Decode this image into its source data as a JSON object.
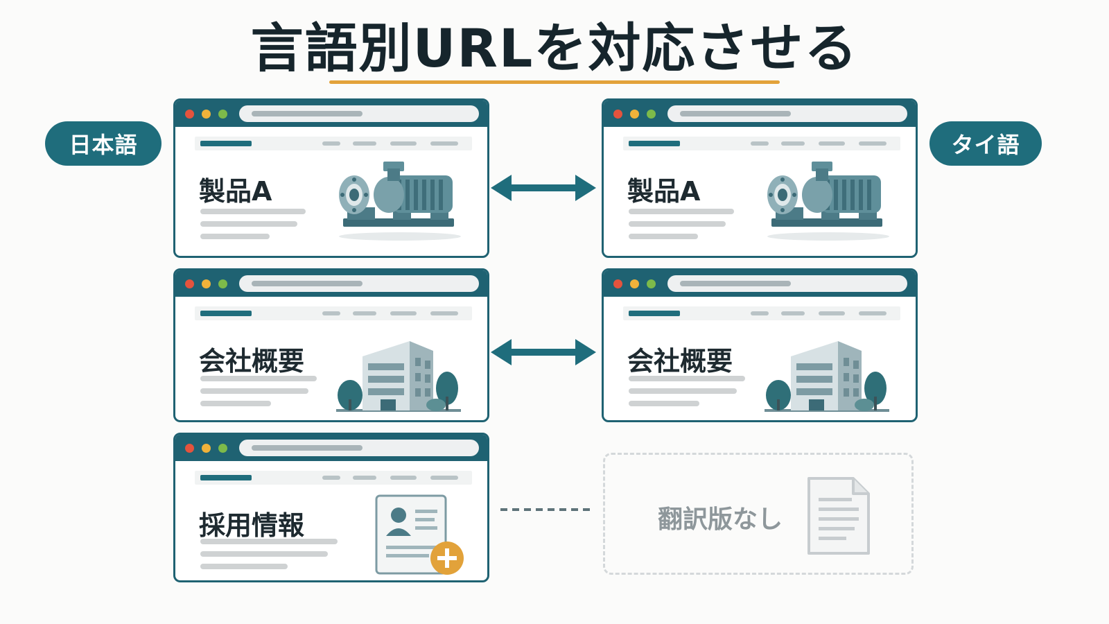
{
  "title": "言語別URLを対応させる",
  "languages": {
    "left": "日本語",
    "right": "タイ語"
  },
  "pages": {
    "product": {
      "left_label": "製品A",
      "right_label": "製品A",
      "icon": "pump-icon"
    },
    "company": {
      "left_label": "会社概要",
      "right_label": "会社概要",
      "icon": "building-icon"
    },
    "recruit": {
      "left_label": "採用情報",
      "icon": "resume-icon"
    }
  },
  "missing": {
    "label": "翻訳版なし",
    "icon": "document-icon"
  },
  "colors": {
    "primary": "#1f6d7c",
    "accent": "#e2a23a",
    "text": "#1e2a30",
    "muted": "#8e979b"
  }
}
